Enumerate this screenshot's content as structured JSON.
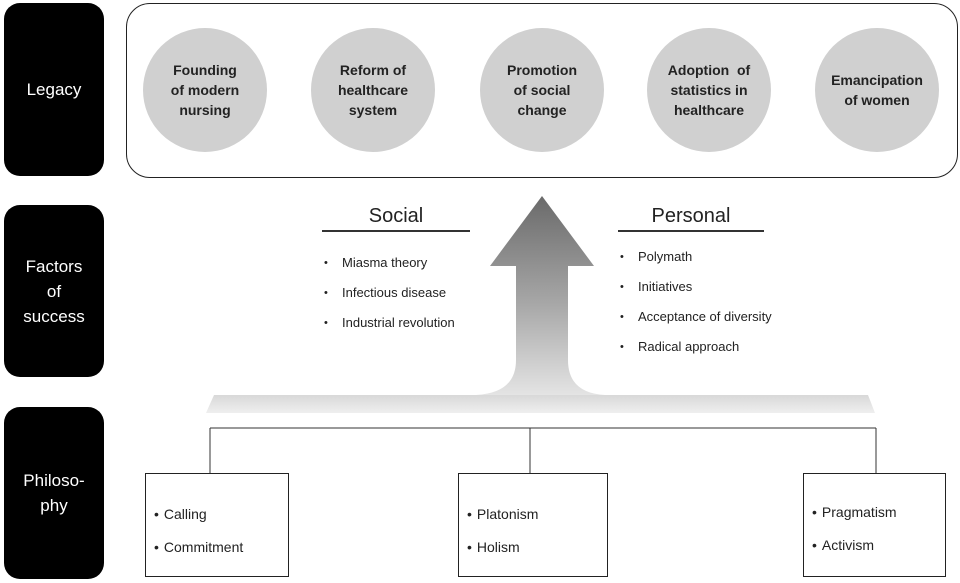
{
  "side_labels": {
    "legacy": [
      "Legacy"
    ],
    "factors": [
      "Factors",
      "of",
      "success"
    ],
    "philosophy": [
      "Philoso-",
      "phy"
    ]
  },
  "legacy": [
    [
      "Founding",
      "of modern",
      "nursing"
    ],
    [
      "Reform of",
      "healthcare",
      "system"
    ],
    [
      "Promotion",
      "of social",
      "change"
    ],
    [
      "Adoption  of",
      "statistics in",
      "healthcare"
    ],
    [
      "Emancipation",
      "of women"
    ]
  ],
  "factors": {
    "social": {
      "heading": "Social",
      "items": [
        "Miasma theory",
        "Infectious disease",
        "Industrial revolution"
      ]
    },
    "personal": {
      "heading": "Personal",
      "items": [
        "Polymath",
        "Initiatives",
        "Acceptance of diversity",
        "Radical approach"
      ]
    }
  },
  "philosophy": [
    {
      "items": [
        "Calling",
        "Commitment"
      ]
    },
    {
      "items": [
        "Platonism",
        "Holism"
      ]
    },
    {
      "items": [
        "Pragmatism",
        "Activism"
      ]
    }
  ],
  "bullet": "•",
  "colors": {
    "label_bg": "#000000",
    "circle": "#d0d0d0",
    "arrow_dark": "#6a6a6a",
    "arrow_light": "#eeeeee"
  }
}
